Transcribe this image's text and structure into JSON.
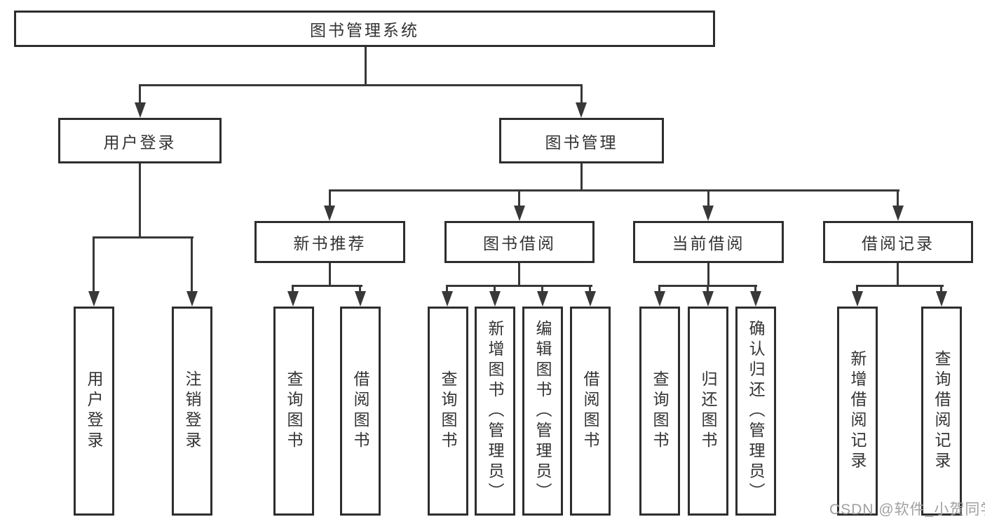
{
  "diagram": {
    "root": "图书管理系统",
    "branches": [
      {
        "label": "用户登录",
        "children": [
          "用户登录",
          "注销登录"
        ]
      },
      {
        "label": "图书管理",
        "children": [
          {
            "label": "新书推荐",
            "children": [
              "查询图书",
              "借阅图书"
            ]
          },
          {
            "label": "图书借阅",
            "children": [
              "查询图书",
              "新增图书（管理员）",
              "编辑图书（管理员）",
              "借阅图书"
            ]
          },
          {
            "label": "当前借阅",
            "children": [
              "查询图书",
              "归还图书",
              "确认归还（管理员）"
            ]
          },
          {
            "label": "借阅记录",
            "children": [
              "新增借阅记录",
              "查询借阅记录"
            ]
          }
        ]
      }
    ]
  },
  "watermark": "CSDN @软件_小贺同学",
  "colors": {
    "box_border": "#2e2e2e",
    "connector_line": "#383838",
    "text": "#333333",
    "watermark": "#a0a0a0",
    "background": "#ffffff"
  }
}
